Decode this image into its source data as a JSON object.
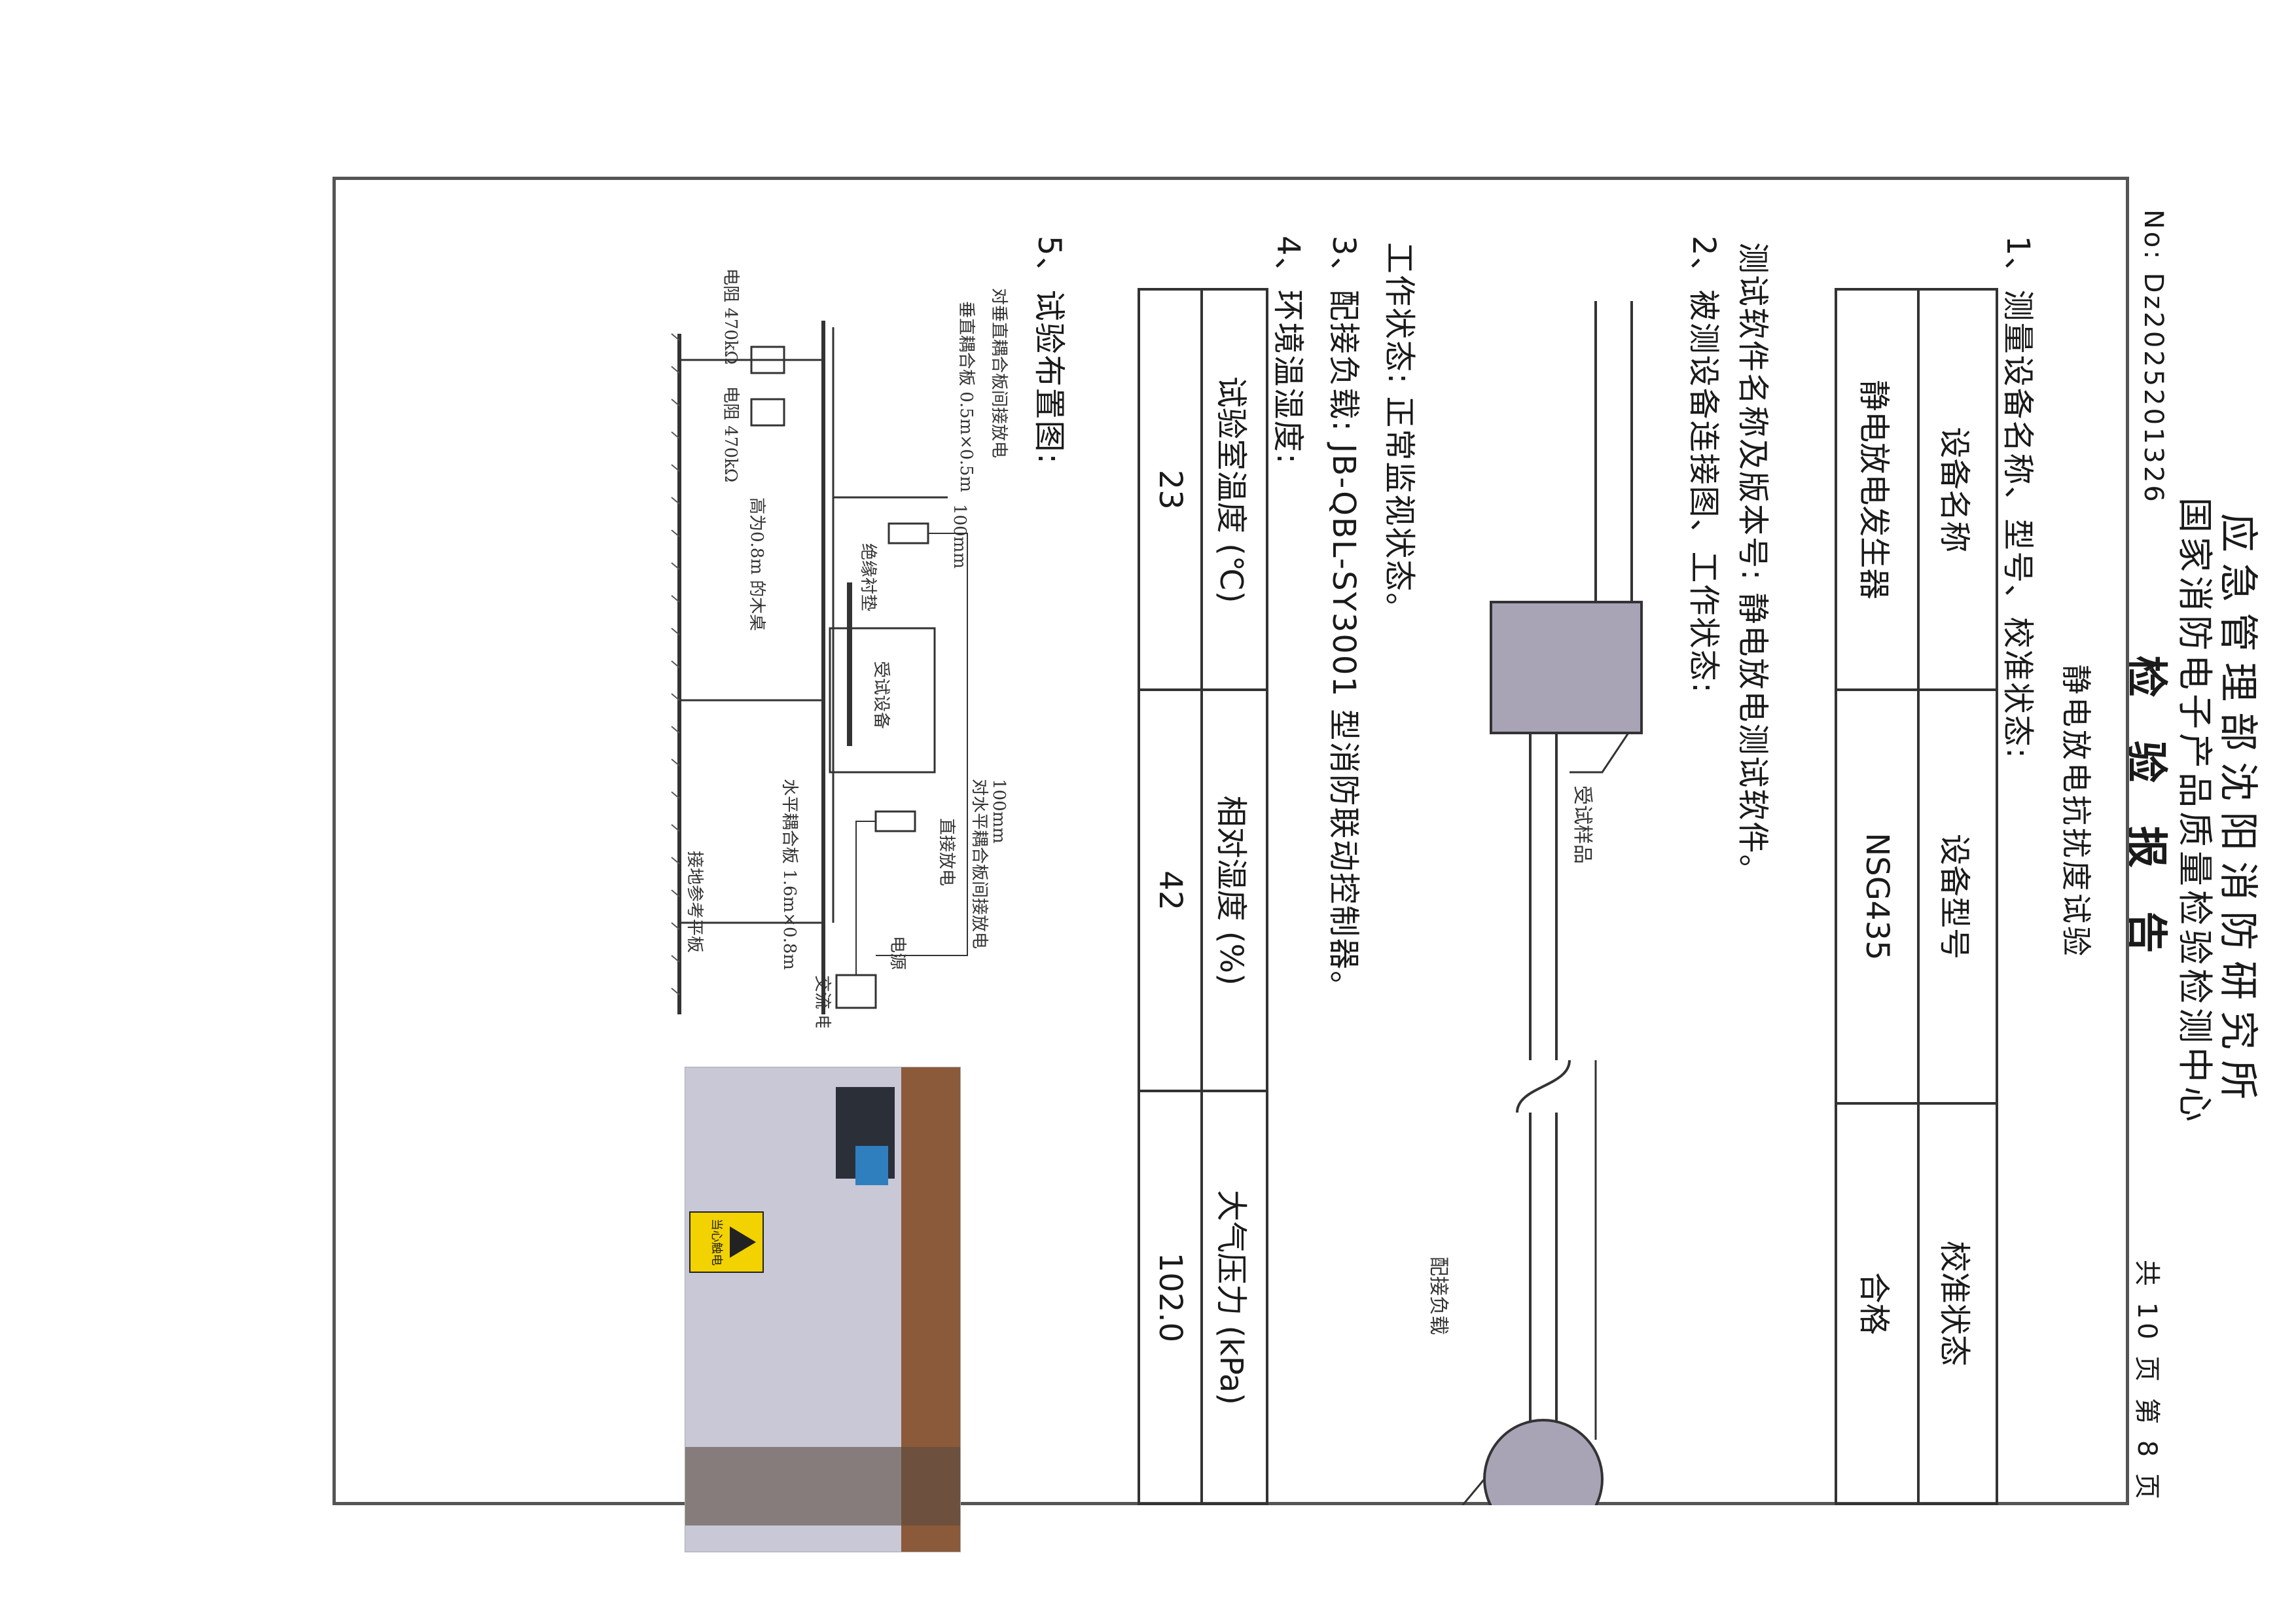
{
  "header": {
    "report_no": "No: Dz2025201326",
    "page_info": "共 10 页   第 8 页",
    "org_line1": "应急管理部沈阳消防研究所",
    "org_line2": "国家消防电子产品质量检验检测中心",
    "report_title": "检 验 报 告"
  },
  "test_title": "静电放电抗扰度试验",
  "sections": {
    "s1": "1、测量设备名称、型号、校准状态:",
    "s1_table": {
      "headers": [
        "设备名称",
        "设备型号",
        "校准状态"
      ],
      "row": [
        "静电放电发生器",
        "NSG435",
        "合格"
      ]
    },
    "s1_software": "测试软件名称及版本号: 静电放电测试软件。",
    "s2": "2、被测设备连接图、工作状态:",
    "s2_diagram": {
      "eut_label": "受试样品",
      "load_label": "配接负载"
    },
    "s2_state": "工作状态: 正常监视状态。",
    "s3": "3、配接负载: JB-QBL-SY3001 型消防联动控制器。",
    "s4": "4、环境温湿度:",
    "s4_table": {
      "headers": [
        "试验室温度 (℃)",
        "相对湿度 (%)",
        "大气压力 (kPa)"
      ],
      "row": [
        "23",
        "42",
        "102.0"
      ]
    },
    "s5": "5、试验布置图:"
  },
  "layout_diagram": {
    "vcp_label": "对垂直耦合板间接放电",
    "vcp_dist": "垂直耦合板 0.5m×0.5m",
    "dist_100a": "100mm",
    "dist_100b": "100mm",
    "eut": "受试设备",
    "insulator": "绝缘衬垫",
    "direct": "直接放电",
    "hcp_label": "对水平耦合板间接放电",
    "hcp_size": "水平耦合板 1.6m×0.8m",
    "table": "高为0.8m 的木桌",
    "ground": "接地参考平板",
    "res1": "电阻 470kΩ",
    "res2": "电阻 470kΩ",
    "power": "电源",
    "ac": "交流 电源"
  },
  "photo": {
    "sign_text": "当心触电"
  }
}
